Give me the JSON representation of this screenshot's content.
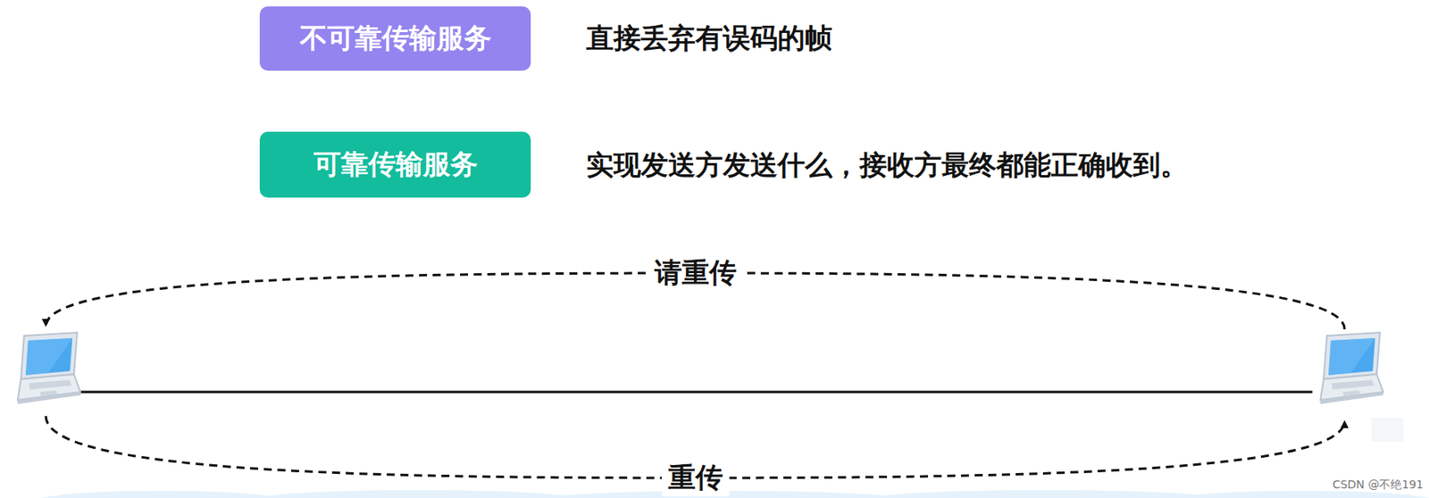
{
  "diagram": {
    "nodes": [
      {
        "text": [
          "不可靠传输服务"
        ]
      },
      {
        "text": [
          "可靠传输服务"
        ]
      }
    ],
    "labels": [
      "直接丢弃有误码的帧",
      "实现发送方发送什么，接收方最终都能正确收到。",
      "请重传",
      "重传",
      "CSDN @不绝191"
    ]
  }
}
